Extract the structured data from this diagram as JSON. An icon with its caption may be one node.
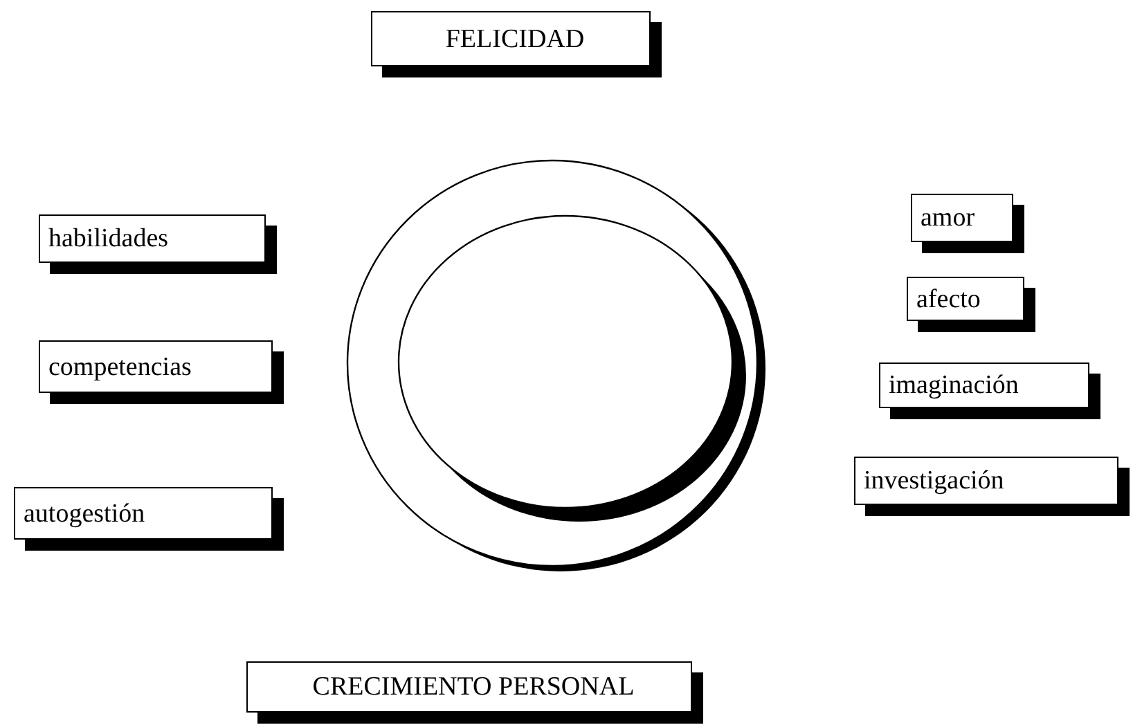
{
  "diagram": {
    "nodes": [
      {
        "text": [
          "FELICIDAD"
        ]
      },
      {
        "text": [
          "habilidades"
        ]
      },
      {
        "text": [
          "competencias"
        ]
      },
      {
        "text": [
          "autogestión"
        ]
      },
      {
        "text": [],
        "shape": "circle"
      },
      {
        "text": [],
        "shape": "circle",
        "in": 4
      },
      {
        "text": [
          "amor"
        ]
      },
      {
        "text": [
          "afecto"
        ]
      },
      {
        "text": [
          "imaginación"
        ]
      },
      {
        "text": [
          "investigación"
        ]
      },
      {
        "text": [
          "CRECIMIENTO PERSONAL"
        ]
      }
    ],
    "edges": []
  }
}
